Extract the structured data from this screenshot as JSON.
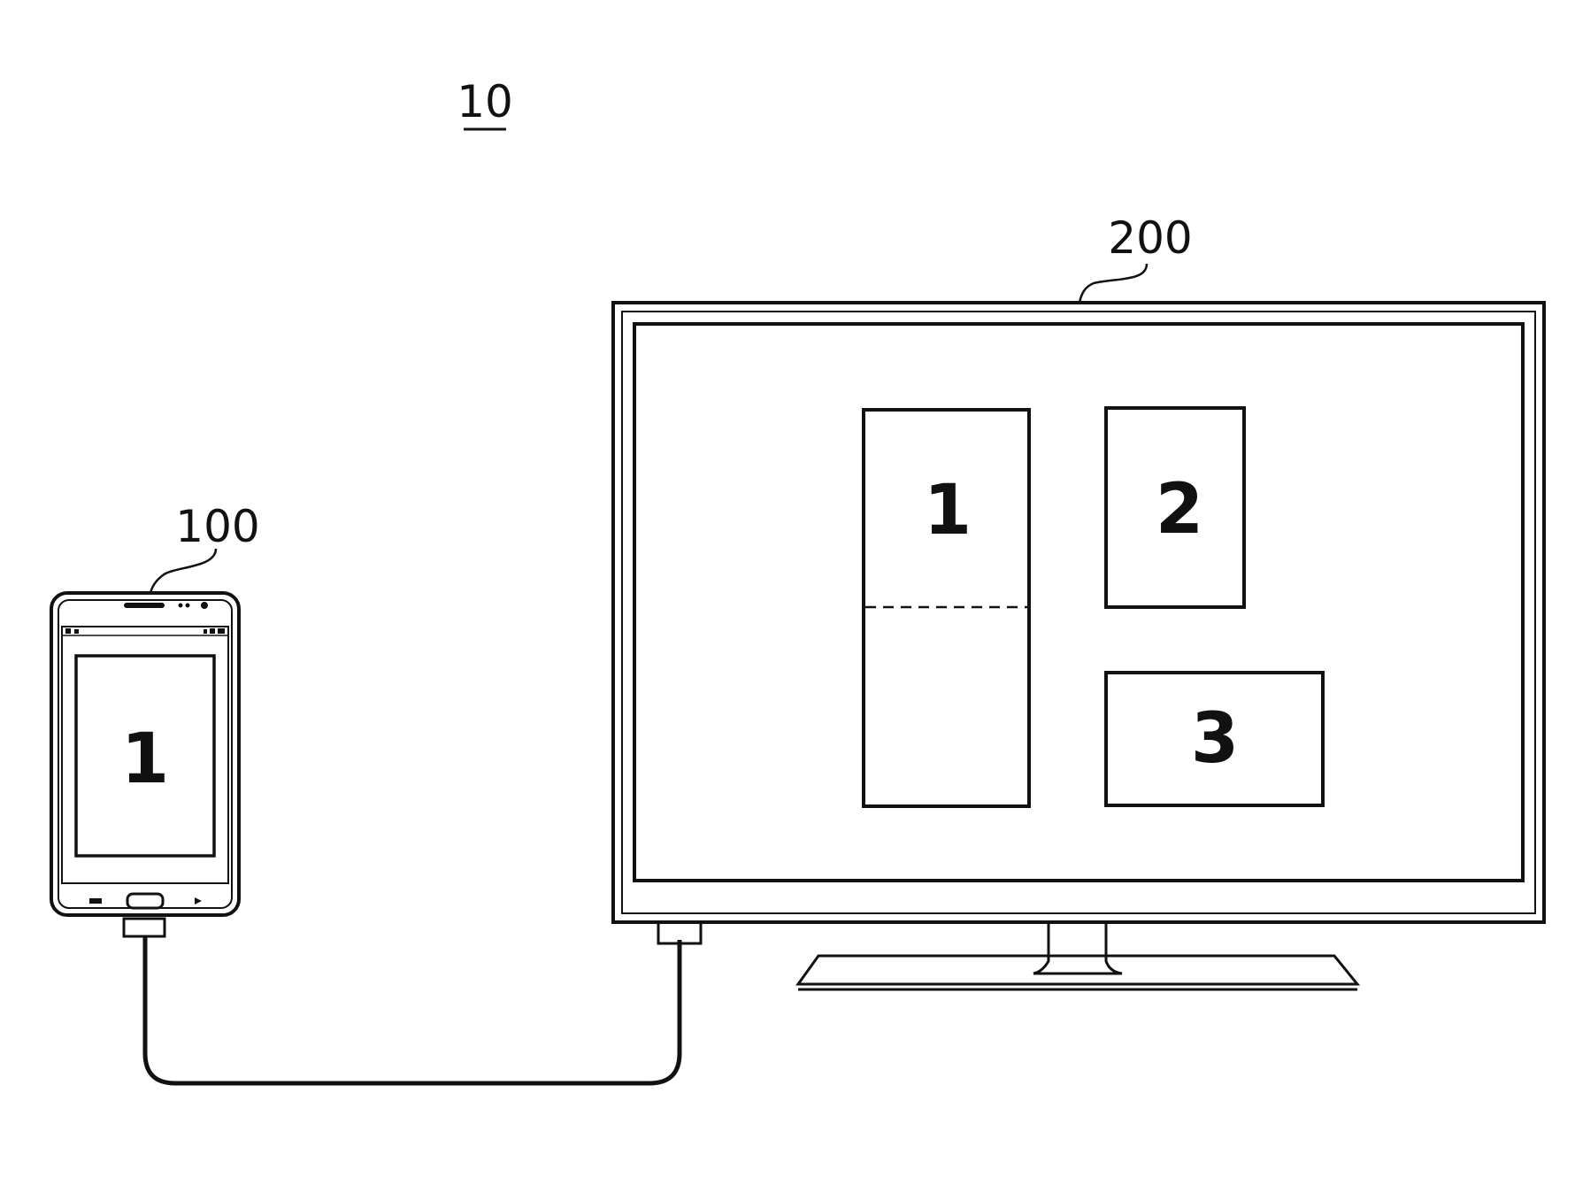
{
  "figure": {
    "system_ref": "10",
    "mobile_device": {
      "ref": "100",
      "screen_window": {
        "label": "1"
      }
    },
    "display_device": {
      "ref": "200",
      "windows": [
        {
          "label": "1"
        },
        {
          "label": "2"
        },
        {
          "label": "3"
        }
      ]
    }
  }
}
